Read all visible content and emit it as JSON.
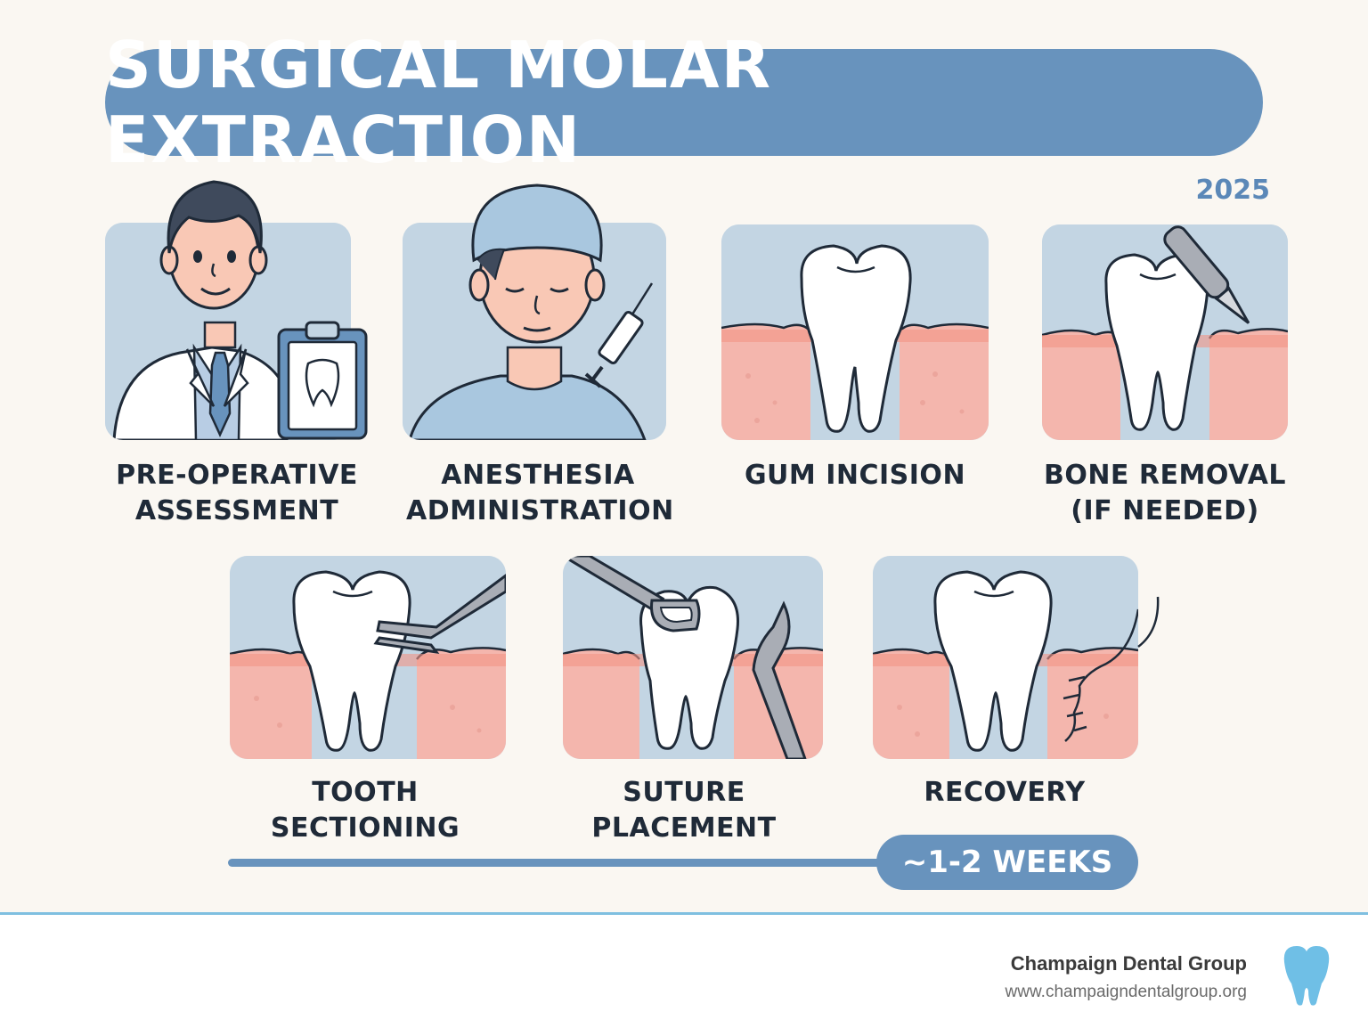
{
  "title": "SURGICAL MOLAR EXTRACTION",
  "year": "2025",
  "steps": [
    {
      "label": "PRE-OPERATIVE ASSESSMENT",
      "icon": "dentist-with-clipboard-icon"
    },
    {
      "label": "ANESTHESIA ADMINISTRATION",
      "icon": "patient-with-syringe-icon"
    },
    {
      "label": "GUM INCISION",
      "icon": "molar-in-gum-icon"
    },
    {
      "label": "BONE REMOVAL (IF NEEDED)",
      "icon": "molar-with-scalpel-icon"
    },
    {
      "label": "TOOTH SECTIONING",
      "icon": "molar-with-forceps-icon"
    },
    {
      "label": "SUTURE PLACEMENT",
      "icon": "molar-with-elevators-icon"
    },
    {
      "label": "RECOVERY",
      "icon": "molar-with-sutures-icon"
    }
  ],
  "duration": "~1-2 WEEKS",
  "footer": {
    "name": "Champaign Dental Group",
    "url": "www.champaigndentalgroup.org",
    "logo_icon": "tooth-logo-icon"
  },
  "colors": {
    "title_bg": "#6893bd",
    "panel_bg": "#c3d5e3",
    "gum": "#f4b6ad",
    "gum_edge": "#f19585",
    "footer_rule": "#7fbfe0",
    "logo": "#6fbfe6"
  }
}
